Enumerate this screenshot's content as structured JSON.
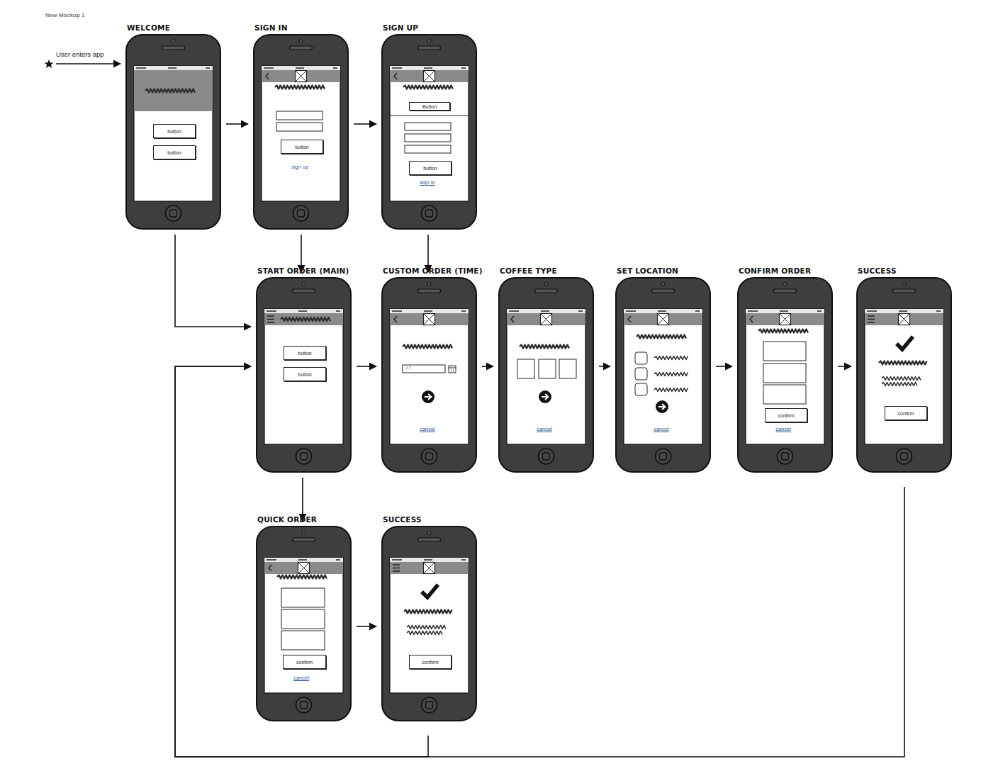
{
  "diagram": {
    "nodes": [
      {
        "text": [
          "WELCOME"
        ]
      },
      {
        "text": [
          "button"
        ],
        "in": 0
      },
      {
        "text": [
          "button"
        ],
        "in": 0
      },
      {
        "text": [
          "SIGN IN"
        ]
      },
      {
        "text": [
          "button"
        ],
        "in": 3
      },
      {
        "text": [
          "SIGN UP"
        ]
      },
      {
        "text": [
          "Button"
        ],
        "in": 5
      },
      {
        "text": [
          "button"
        ],
        "in": 5
      },
      {
        "text": [
          "START ORDER (MAIN)"
        ]
      },
      {
        "text": [
          "button"
        ],
        "in": 8
      },
      {
        "text": [
          "button"
        ],
        "in": 8
      },
      {
        "text": [
          "CUSTOM ORDER (TIME)"
        ]
      },
      {
        "text": [
          "COFFEE TYPE"
        ]
      },
      {
        "text": [
          "SET LOCATION"
        ]
      },
      {
        "text": [
          "CONFIRM ORDER"
        ]
      },
      {
        "text": [
          "confirm"
        ],
        "in": 14
      },
      {
        "text": [
          "SUCCESS"
        ]
      },
      {
        "text": [
          "confirm"
        ],
        "in": 16
      },
      {
        "text": [
          "QUICK ORDER"
        ]
      },
      {
        "text": [
          "confirm"
        ],
        "in": 18
      },
      {
        "text": [
          "SUCCESS"
        ]
      },
      {
        "text": [
          "confirm"
        ],
        "in": 20
      }
    ],
    "edges": [
      {
        "from": 0,
        "to": 3,
        "arrow": "to"
      },
      {
        "from": 3,
        "to": 5,
        "arrow": "to"
      },
      {
        "from": 0,
        "to": 8,
        "arrow": "to"
      },
      {
        "from": 3,
        "to": 8,
        "arrow": "to"
      },
      {
        "from": 5,
        "to": 11,
        "arrow": "to"
      },
      {
        "from": 8,
        "to": 11,
        "arrow": "to"
      },
      {
        "from": 11,
        "to": 12,
        "arrow": "to"
      },
      {
        "from": 12,
        "to": 13,
        "arrow": "to"
      },
      {
        "from": 13,
        "to": 14,
        "arrow": "to"
      },
      {
        "from": 14,
        "to": 16,
        "arrow": "to"
      },
      {
        "from": 8,
        "to": 18,
        "arrow": "to"
      },
      {
        "from": 18,
        "to": 20,
        "arrow": "to"
      },
      {
        "from": 16,
        "to": 8,
        "arrow": "to"
      },
      {
        "from": 20,
        "to": 8,
        "arrow": "to"
      }
    ],
    "labels": [
      "New Mockup 1",
      "User enters app",
      "sign up",
      "sign in",
      "/ /",
      "cancel",
      "cancel",
      "cancel",
      "cancel",
      "cancel"
    ]
  }
}
